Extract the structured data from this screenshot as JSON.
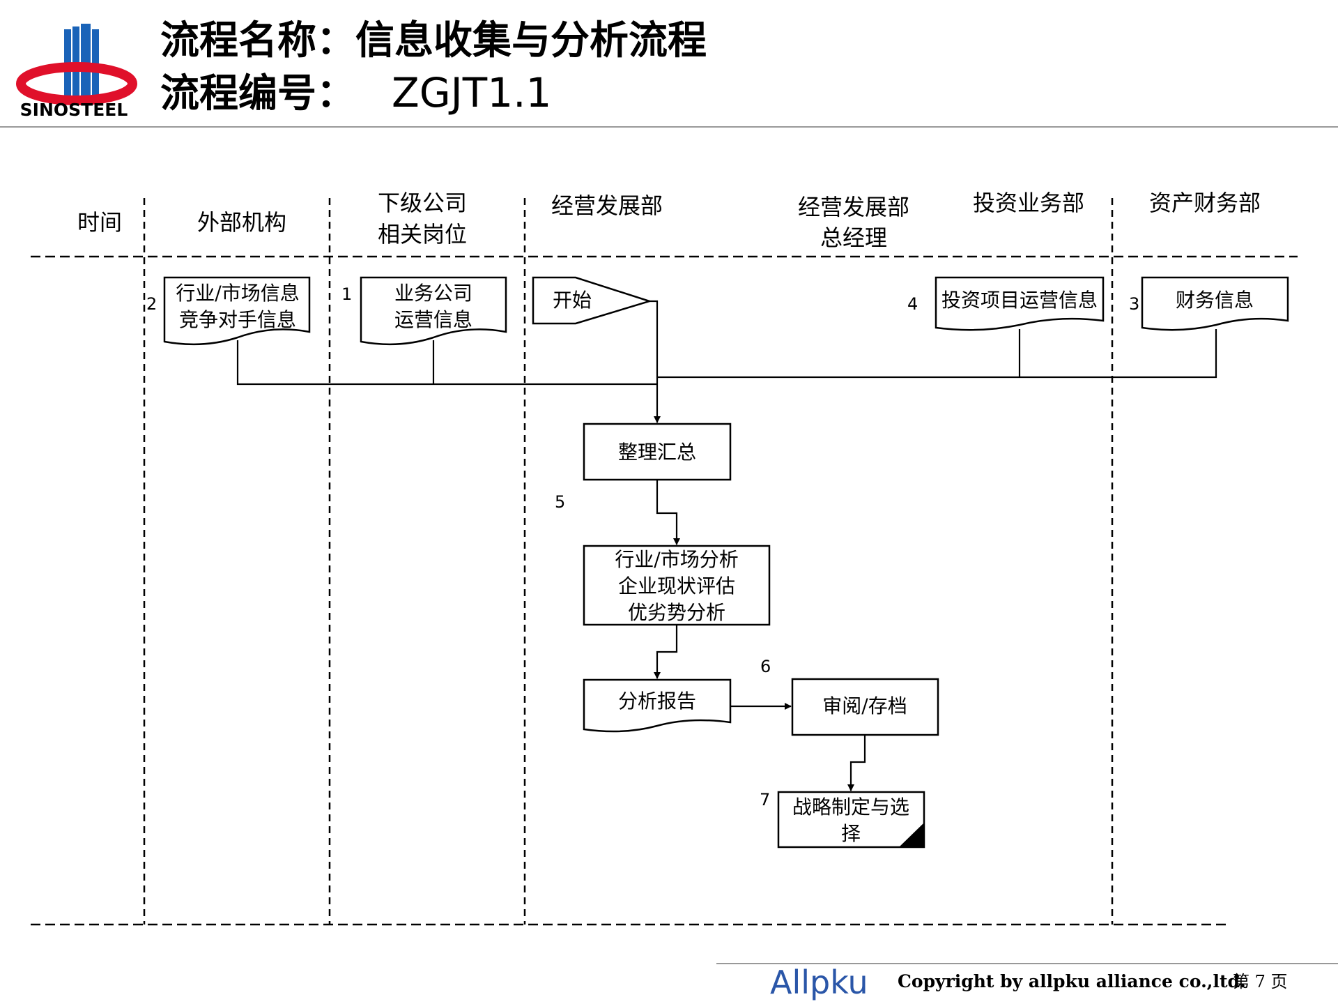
{
  "header": {
    "logo_text": "SINOSTEEL",
    "title_line1": "流程名称：信息收集与分析流程",
    "title_line2_label": "流程编号：",
    "title_line2_code": "ZGJT1.1"
  },
  "lanes": {
    "time": "时间",
    "external": "外部机构",
    "sub_line1": "下级公司",
    "sub_line2": "相关岗位",
    "ops": "经营发展部",
    "gm_line1": "经营发展部",
    "gm_line2": "总经理",
    "invest": "投资业务部",
    "finance": "资产财务部"
  },
  "nodes": {
    "ext_doc_line1": "行业/市场信息",
    "ext_doc_line2": "竞争对手信息",
    "sub_doc_line1": "业务公司",
    "sub_doc_line2": "运营信息",
    "start": "开始",
    "invest_doc": "投资项目运营信息",
    "finance_doc": "财务信息",
    "summarize": "整理汇总",
    "analysis_line1": "行业/市场分析",
    "analysis_line2": "企业现状评估",
    "analysis_line3": "优劣势分析",
    "report": "分析报告",
    "review": "审阅/存档",
    "strategy_line1": "战略制定与选",
    "strategy_line2": "择"
  },
  "step_numbers": {
    "n1": "1",
    "n2": "2",
    "n3": "3",
    "n4": "4",
    "n5": "5",
    "n6": "6",
    "n7": "7"
  },
  "footer": {
    "brand": "Allpku",
    "copyright": "Copyright by  allpku alliance co.,ltd.",
    "page": "第 7 页"
  },
  "colors": {
    "logo_blue": "#1a63b8",
    "logo_red": "#e0102a",
    "brand_blue": "#2a56a8"
  }
}
